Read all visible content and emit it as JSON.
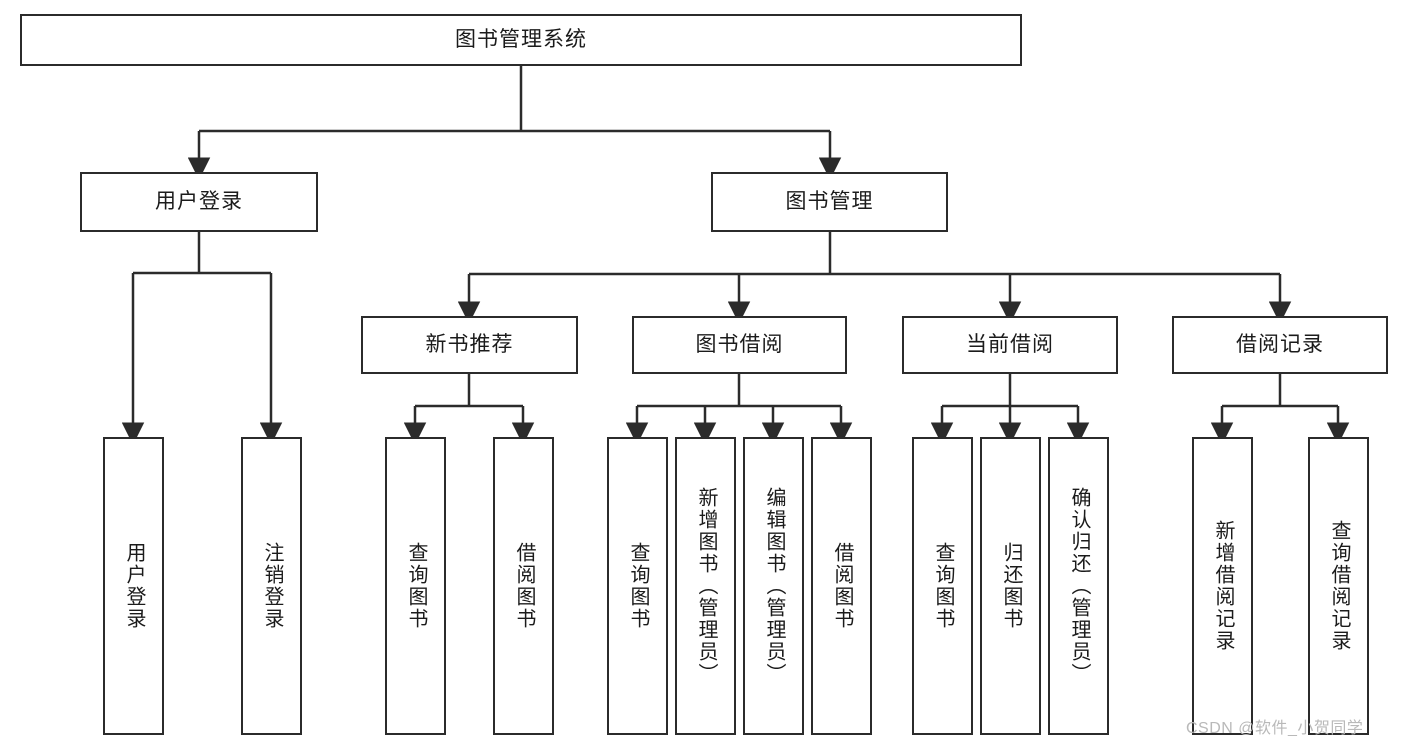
{
  "diagram": {
    "type": "tree-hierarchy",
    "title": "图书管理系统",
    "watermark": "CSDN @软件_小贺同学",
    "colors": {
      "box_border": "#2b2b2b",
      "box_fill": "#ffffff",
      "connector": "#2b2b2b",
      "text": "#1b1b1b",
      "watermark": "#b9b9b9",
      "background": "#ffffff"
    },
    "levels": {
      "level0": [
        {
          "id": "root",
          "label": "图书管理系统"
        }
      ],
      "level1": [
        {
          "id": "user-login",
          "label": "用户登录"
        },
        {
          "id": "book-manage",
          "label": "图书管理"
        }
      ],
      "level2": [
        {
          "id": "new-book-rec",
          "label": "新书推荐",
          "parent": "book-manage"
        },
        {
          "id": "book-borrow",
          "label": "图书借阅",
          "parent": "book-manage"
        },
        {
          "id": "current-borrow",
          "label": "当前借阅",
          "parent": "book-manage"
        },
        {
          "id": "borrow-record",
          "label": "借阅记录",
          "parent": "book-manage"
        }
      ],
      "leaves": [
        {
          "id": "leaf-user-login",
          "label": "用户登录",
          "parent": "user-login"
        },
        {
          "id": "leaf-logout",
          "label": "注销登录",
          "parent": "user-login"
        },
        {
          "id": "leaf-query-book-1",
          "label": "查询图书",
          "parent": "new-book-rec"
        },
        {
          "id": "leaf-borrow-book-1",
          "label": "借阅图书",
          "parent": "new-book-rec"
        },
        {
          "id": "leaf-query-book-2",
          "label": "查询图书",
          "parent": "book-borrow"
        },
        {
          "id": "leaf-add-book",
          "label": "新增图书（管理员）",
          "parent": "book-borrow"
        },
        {
          "id": "leaf-edit-book",
          "label": "编辑图书（管理员）",
          "parent": "book-borrow"
        },
        {
          "id": "leaf-borrow-book-2",
          "label": "借阅图书",
          "parent": "book-borrow"
        },
        {
          "id": "leaf-query-book-3",
          "label": "查询图书",
          "parent": "current-borrow"
        },
        {
          "id": "leaf-return-book",
          "label": "归还图书",
          "parent": "current-borrow"
        },
        {
          "id": "leaf-confirm-return",
          "label": "确认归还（管理员）",
          "parent": "current-borrow"
        },
        {
          "id": "leaf-add-record",
          "label": "新增借阅记录",
          "parent": "borrow-record"
        },
        {
          "id": "leaf-query-record",
          "label": "查询借阅记录",
          "parent": "borrow-record"
        }
      ]
    }
  }
}
